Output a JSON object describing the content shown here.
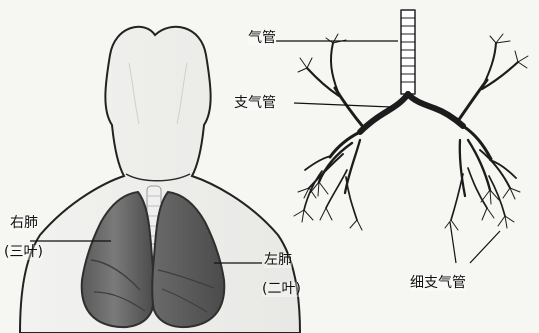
{
  "labels": {
    "qiguan": "气管",
    "zhiqiguan": "支气管",
    "right_lung": "右肺",
    "right_lobes": "(三叶)",
    "left_lung": "左肺",
    "left_lobes": "(二叶)",
    "xizhiqiguan": "细支气管"
  }
}
